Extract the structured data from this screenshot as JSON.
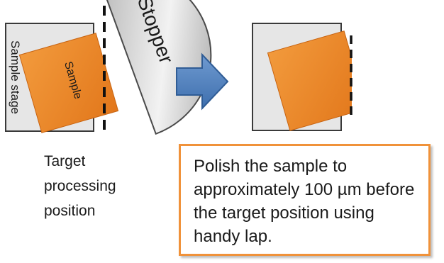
{
  "labels": {
    "sample_stage": "Sample stage",
    "sample": "Sample",
    "stopper": "Stopper"
  },
  "target_caption": [
    "Target",
    "processing",
    "position"
  ],
  "note": "Polish the sample to approximately 100 µm before the target position using handy lap.",
  "colors": {
    "stage_fill": "#e6e6e6",
    "sample_fill": "#f08a24",
    "arrow_fill": "#4a7ec0",
    "note_border": "#f0923a"
  }
}
